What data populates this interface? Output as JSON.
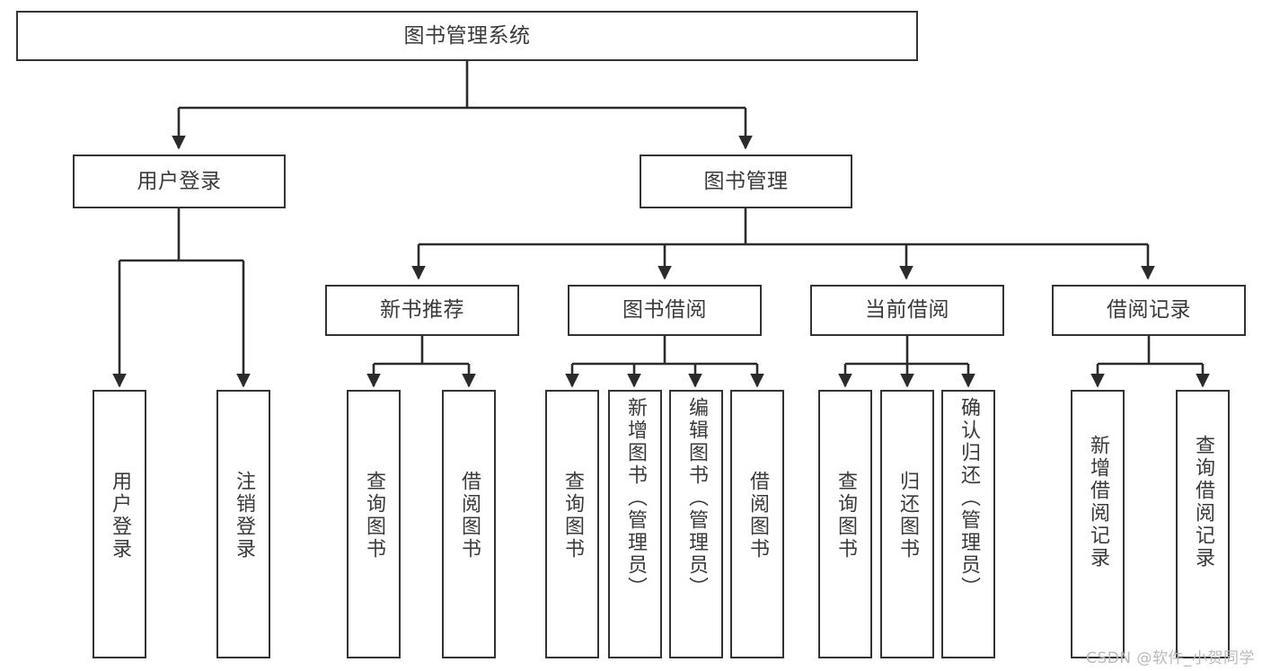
{
  "diagram": {
    "title": "图书管理系统",
    "type": "tree-hierarchy",
    "colors": {
      "background": "#ffffff",
      "box_border": "#333333",
      "box_fill": "#ffffff",
      "text": "#3a3a3a",
      "connector": "#2b2b2b",
      "watermark": "#b9b9b9"
    },
    "watermark": "CSDN @软件_小贺同学"
  },
  "nodes": {
    "root": {
      "label": "图书管理系统"
    },
    "level1": [
      {
        "id": "user-login",
        "label": "用户登录"
      },
      {
        "id": "book-manage",
        "label": "图书管理"
      }
    ],
    "level2": [
      {
        "id": "new-book-recommend",
        "label": "新书推荐"
      },
      {
        "id": "book-borrow",
        "label": "图书借阅"
      },
      {
        "id": "current-borrow",
        "label": "当前借阅"
      },
      {
        "id": "borrow-record",
        "label": "借阅记录"
      }
    ],
    "leaves": [
      {
        "id": "leaf-user-login",
        "label": "用户登录"
      },
      {
        "id": "leaf-logout",
        "label": "注销登录"
      },
      {
        "id": "leaf-query-book-1",
        "label": "查询图书"
      },
      {
        "id": "leaf-borrow-book-1",
        "label": "借阅图书"
      },
      {
        "id": "leaf-query-book-2",
        "label": "查询图书"
      },
      {
        "id": "leaf-add-book",
        "label": "新增图书（管理员）"
      },
      {
        "id": "leaf-edit-book",
        "label": "编辑图书（管理员）"
      },
      {
        "id": "leaf-borrow-book-2",
        "label": "借阅图书"
      },
      {
        "id": "leaf-query-book-3",
        "label": "查询图书"
      },
      {
        "id": "leaf-return-book",
        "label": "归还图书"
      },
      {
        "id": "leaf-confirm-return",
        "label": "确认归还（管理员）"
      },
      {
        "id": "leaf-add-record",
        "label": "新增借阅记录"
      },
      {
        "id": "leaf-query-record",
        "label": "查询借阅记录"
      }
    ]
  }
}
